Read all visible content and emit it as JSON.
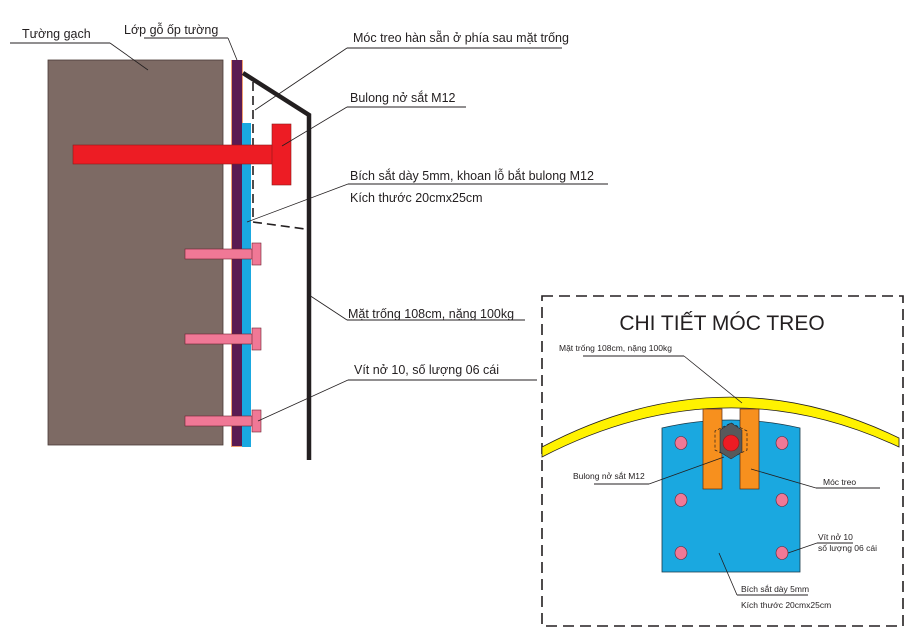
{
  "colors": {
    "wall": "#7d6a64",
    "wood_panel": "#5a1a52",
    "wood_edge": "#f0a070",
    "steel_plate": "#1aa8e0",
    "anchor_bolt": "#ed1c24",
    "screw": "#f07896",
    "drum": "#231f20",
    "drum_rim": "#fff200",
    "hook": "#f7901e",
    "nut": "#58595b"
  },
  "side_view": {
    "labels": {
      "wall": "Tường gạch",
      "wood_layer": "Lớp gỗ ốp tường",
      "hook": "Móc treo hàn sẵn ở phía sau mặt trống",
      "anchor_bolt": "Bulong nở sắt M12",
      "plate_line1": "Bích sắt dày 5mm, khoan lỗ bắt bulong M12",
      "plate_line2": "Kích thước 20cmx25cm",
      "drum": "Mặt trống 108cm, nặng 100kg",
      "screws": "Vít nở 10, số lượng 06 cái"
    },
    "screw_count": 3
  },
  "detail_view": {
    "title": "CHI TIẾT MÓC TREO",
    "labels": {
      "drum": "Mặt trống 108cm, nặng 100kg",
      "anchor_bolt": "Bulong nở sắt M12",
      "hook": "Móc treo",
      "screws_line1": "Vít nở 10",
      "screws_line2": "số lượng 06 cái",
      "plate_line1": "Bích sắt dày 5mm",
      "plate_line2": "Kích thước 20cmx25cm"
    },
    "screw_holes": 6
  }
}
